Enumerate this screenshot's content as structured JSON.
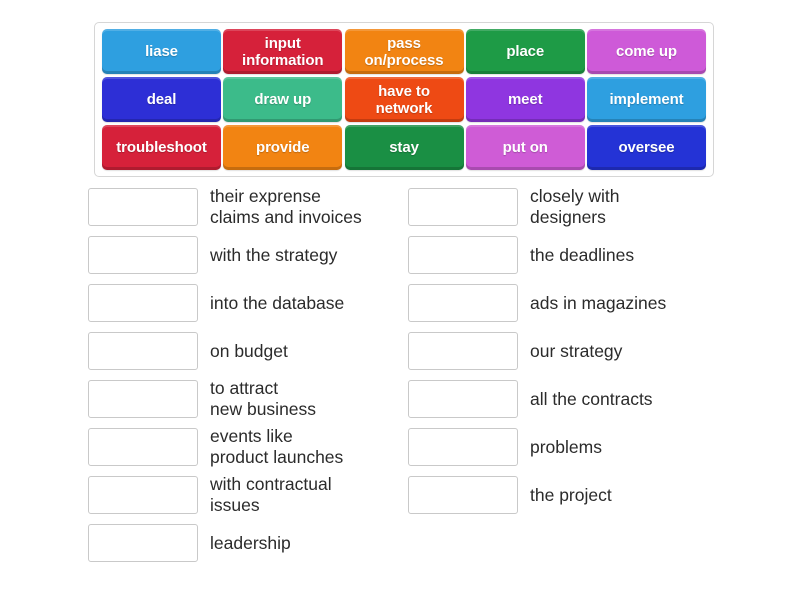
{
  "activity": {
    "type": "match-up-drag-drop",
    "tile_bank": {
      "rows": [
        [
          {
            "label": "liase",
            "color": "#2e9fe0"
          },
          {
            "label": "input\ninformation",
            "color": "#d6213a"
          },
          {
            "label": "pass\non/process",
            "color": "#f28412"
          },
          {
            "label": "place",
            "color": "#1e9b46"
          },
          {
            "label": "come up",
            "color": "#ce5ad8"
          }
        ],
        [
          {
            "label": "deal",
            "color": "#2d2fd6"
          },
          {
            "label": "draw up",
            "color": "#3cbb8a"
          },
          {
            "label": "have to\nnetwork",
            "color": "#ee4a14"
          },
          {
            "label": "meet",
            "color": "#8f36e0"
          },
          {
            "label": "implement",
            "color": "#2e9fe0"
          }
        ],
        [
          {
            "label": "troubleshoot",
            "color": "#d6213a"
          },
          {
            "label": "provide",
            "color": "#f28412"
          },
          {
            "label": "stay",
            "color": "#1a8f44"
          },
          {
            "label": "put on",
            "color": "#cf5cd6"
          },
          {
            "label": "oversee",
            "color": "#2433d6"
          }
        ]
      ]
    },
    "answers": {
      "left_column": [
        {
          "slot_value": "",
          "text": "their exprense\nclaims and invoices"
        },
        {
          "slot_value": "",
          "text": "with the strategy"
        },
        {
          "slot_value": "",
          "text": "into the database"
        },
        {
          "slot_value": "",
          "text": "on budget"
        },
        {
          "slot_value": "",
          "text": "to attract\nnew business"
        },
        {
          "slot_value": "",
          "text": "events like\nproduct launches"
        },
        {
          "slot_value": "",
          "text": "with contractual\nissues"
        },
        {
          "slot_value": "",
          "text": "leadership"
        }
      ],
      "right_column": [
        {
          "slot_value": "",
          "text": "closely with\ndesigners"
        },
        {
          "slot_value": "",
          "text": "the deadlines"
        },
        {
          "slot_value": "",
          "text": "ads in magazines"
        },
        {
          "slot_value": "",
          "text": "our strategy"
        },
        {
          "slot_value": "",
          "text": "all the contracts"
        },
        {
          "slot_value": "",
          "text": "problems"
        },
        {
          "slot_value": "",
          "text": "the project"
        }
      ]
    }
  },
  "colors": {
    "page_background": "#ffffff",
    "bank_border": "#d6d6d6",
    "slot_border": "#c9c9c9",
    "text": "#2b2b2b"
  }
}
